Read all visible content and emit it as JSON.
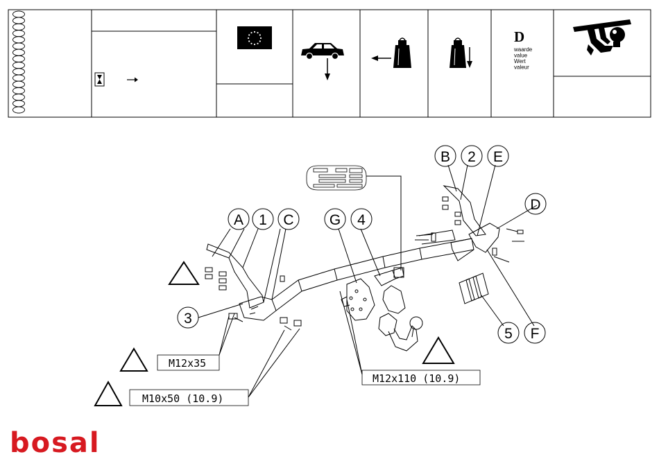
{
  "header": {
    "d_letter": "D",
    "d_terms": [
      "waarde",
      "value",
      "Wert",
      "valeur"
    ]
  },
  "callouts": {
    "a": "A",
    "one": "1",
    "c": "C",
    "g": "G",
    "four": "4",
    "b": "B",
    "two": "2",
    "e": "E",
    "d": "D",
    "three": "3",
    "five": "5",
    "f": "F"
  },
  "bolt_specs": {
    "m12x35": "M12x35",
    "m10x50": "M10x50 (10.9)",
    "m12x110": "M12x110 (10.9)"
  },
  "brand": {
    "logo": "bosal",
    "color": "#d71920"
  },
  "icons": [
    "eu-flag-icon",
    "car-load-icon",
    "weight-horizontal-icon",
    "weight-vertical-icon",
    "towbar-icon",
    "hourglass-icon",
    "arrow-right-icon",
    "warning-triangle-icon"
  ]
}
